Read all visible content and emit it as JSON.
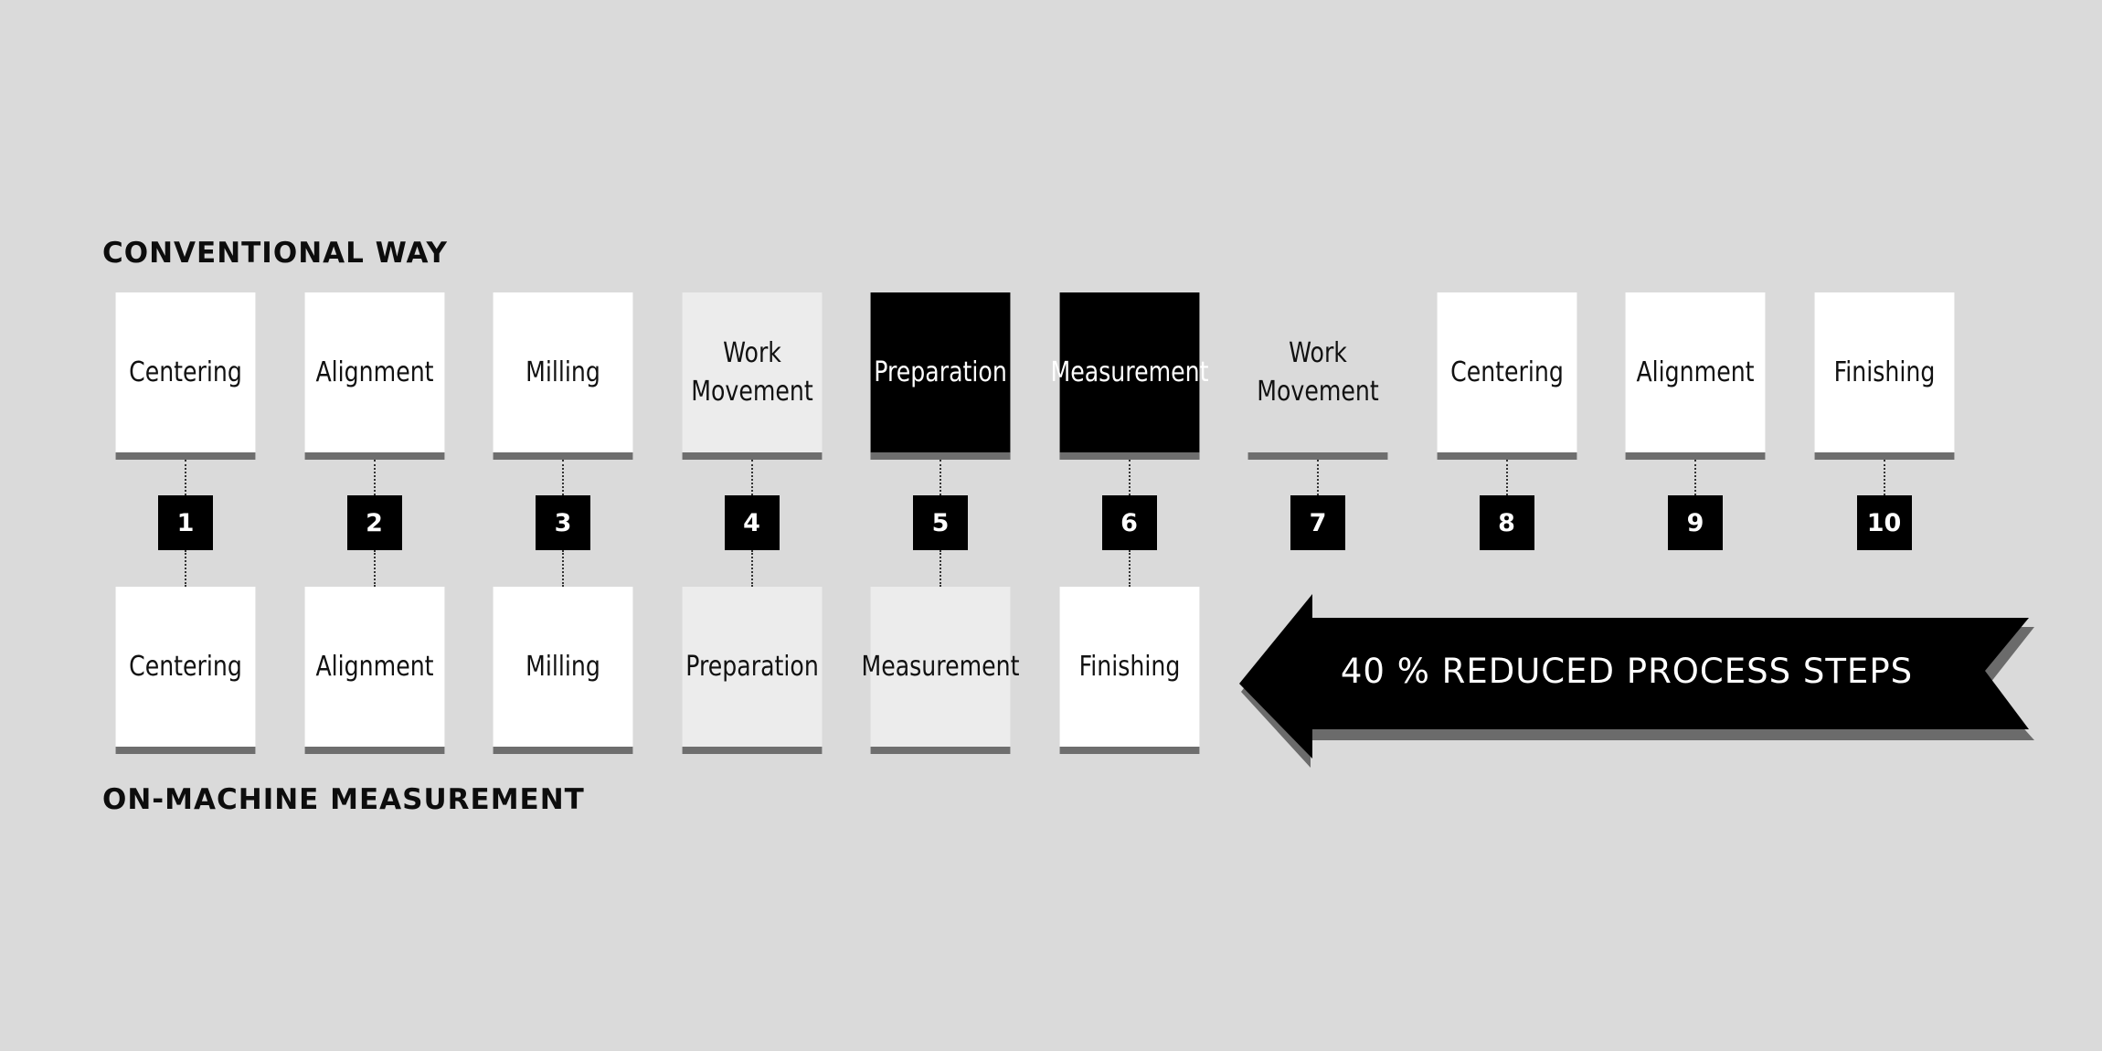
{
  "labels": {
    "top": "CONVENTIONAL WAY",
    "bottom": "ON-MACHINE MEASUREMENT"
  },
  "conventional_steps": [
    {
      "label": "Centering",
      "style": "white"
    },
    {
      "label": "Alignment",
      "style": "white"
    },
    {
      "label": "Milling",
      "style": "white"
    },
    {
      "label": "Work\nMovement",
      "style": "light"
    },
    {
      "label": "Preparation",
      "style": "black"
    },
    {
      "label": "Measurement",
      "style": "black"
    },
    {
      "label": "Work\nMovement",
      "style": "none"
    },
    {
      "label": "Centering",
      "style": "white"
    },
    {
      "label": "Alignment",
      "style": "white"
    },
    {
      "label": "Finishing",
      "style": "white"
    }
  ],
  "step_numbers": [
    "1",
    "2",
    "3",
    "4",
    "5",
    "6",
    "7",
    "8",
    "9",
    "10"
  ],
  "omm_steps": [
    {
      "label": "Centering",
      "style": "white"
    },
    {
      "label": "Alignment",
      "style": "white"
    },
    {
      "label": "Milling",
      "style": "white"
    },
    {
      "label": "Preparation",
      "style": "light"
    },
    {
      "label": "Measurement",
      "style": "light"
    },
    {
      "label": "Finishing",
      "style": "white"
    }
  ],
  "arrow": {
    "text": "40 % REDUCED PROCESS STEPS"
  },
  "colors": {
    "background": "#dadada",
    "box_white": "#ffffff",
    "box_light": "#ececec",
    "box_dark": "#000000",
    "box_underline": "#6e6e6e",
    "arrow_fill": "#000000",
    "arrow_shadow": "#6b6b6b"
  }
}
